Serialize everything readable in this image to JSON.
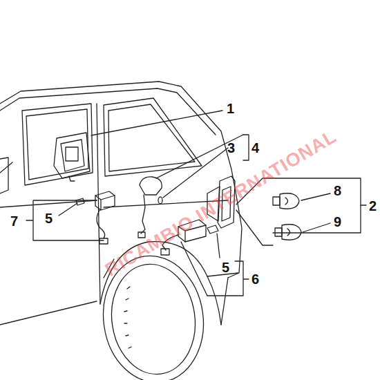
{
  "diagram": {
    "labels": [
      "1",
      "3",
      "4",
      "2",
      "8",
      "9",
      "7",
      "5",
      "5",
      "6",
      "RICAMBIO INTERNATIONAL"
    ]
  }
}
